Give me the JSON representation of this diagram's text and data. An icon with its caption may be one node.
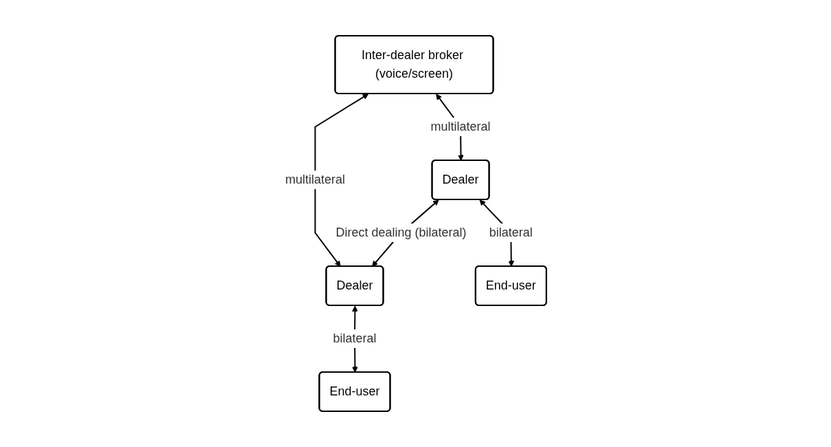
{
  "diagram": {
    "nodes": [
      {
        "text": [
          "Inter-dealer broker (voice/screen)"
        ]
      },
      {
        "text": [
          "Dealer"
        ]
      },
      {
        "text": [
          "Dealer"
        ]
      },
      {
        "text": [
          "End-user"
        ]
      },
      {
        "text": [
          "End-user"
        ]
      }
    ],
    "edges": [
      {
        "from": 0,
        "to": 1,
        "arrow": "both",
        "label": "multilateral"
      },
      {
        "from": 0,
        "to": 2,
        "arrow": "both",
        "label": "multilateral"
      },
      {
        "from": 1,
        "to": 2,
        "arrow": "both",
        "label": "Direct dealing (bilateral)"
      },
      {
        "from": 1,
        "to": 3,
        "arrow": "both",
        "label": "bilateral"
      },
      {
        "from": 2,
        "to": 4,
        "arrow": "both",
        "label": "bilateral"
      }
    ]
  }
}
